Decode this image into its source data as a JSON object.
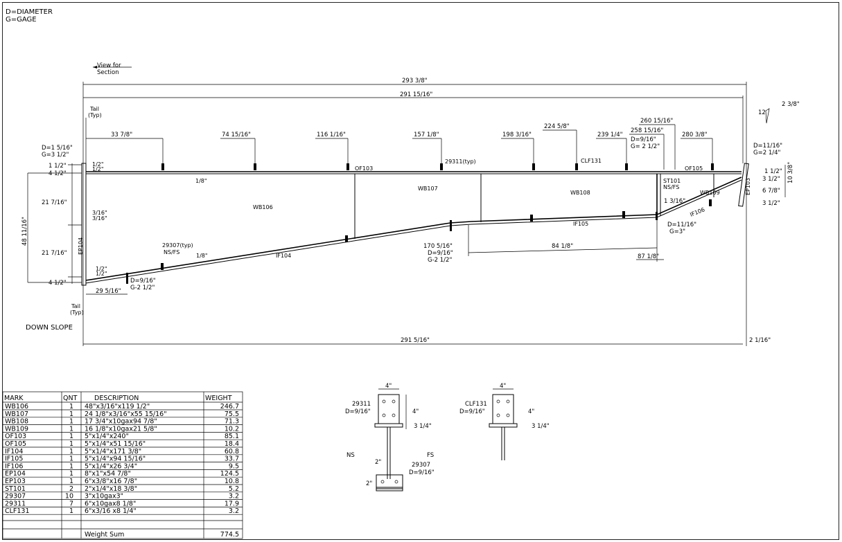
{
  "legend": {
    "line1": "D=DIAMETER",
    "line2": "G=GAGE"
  },
  "view_for": {
    "line1": "View for",
    "line2": "Section"
  },
  "dims_top": {
    "overall": "293 3/8\"",
    "inner": "291 15/16\"",
    "d1": "33 7/8\"",
    "d2": "74 15/16\"",
    "d3": "116 1/16\"",
    "d4": "157 1/8\"",
    "d5": "198 3/16\"",
    "d6": "224 5/8\"",
    "d7": "239 1/4\"",
    "d8": "260 15/16\"",
    "d9": "258 15/16\"",
    "d10": "280 3/8\""
  },
  "slope": {
    "rise": "2 3/8\"",
    "run": "12"
  },
  "tail_top": {
    "line1": "Tail",
    "line2": "(Typ)"
  },
  "tail_bottom": {
    "line1": "Tail",
    "line2": "(Typ)"
  },
  "left_hole": {
    "d": "D=1 5/16\"",
    "g": "G=3 1/2\""
  },
  "right_hole": {
    "d": "D=11/16\"",
    "g": "G=2 1/4\""
  },
  "mid_hole": {
    "d": "D=9/16\"",
    "g": "G= 2 1/2\""
  },
  "left_dims": {
    "a": "1 1/2\"",
    "b": "4 1/2\"",
    "c": "21 7/16\"",
    "d": "21 7/16\"",
    "e": "4 1/2\"",
    "total": "48 11/16\""
  },
  "right_dims": {
    "a": "1 1/2\"",
    "b": "3 1/2\"",
    "c": "6 7/8\"",
    "d": "3 1/2\"",
    "total": "10 3/8\""
  },
  "labels": {
    "wb106": "WB106",
    "wb107": "WB107",
    "wb108": "WB108",
    "wb109": "WB109",
    "of103": "OF103",
    "of105": "OF105",
    "if104": "IF104",
    "if105": "IF105",
    "if106": "IF106",
    "ep104": "EP104",
    "ep103": "EP103",
    "clf131": "CLF131",
    "st101": "ST101",
    "nsfs": "NS/FS",
    "p29311": "29311(typ)",
    "p29307": "29307(typ)",
    "p29307ns": "NS/FS",
    "down_slope": "DOWN SLOPE"
  },
  "welds": {
    "w1": "1/2\"",
    "w2": "1/2\"",
    "w3": "1/8\"",
    "w4": "3/16\"",
    "w5": "3/16\"",
    "w6": "1/8\"",
    "w7": "1/2\"",
    "w8": "1/2\""
  },
  "bottom_notes": {
    "d_left": "D=9/16\"",
    "g_left": "G-2 1/2\"",
    "dim_left": "29 5/16\"",
    "d_mid": "D=9/16\"",
    "g_mid": "G-2 1/2\"",
    "dim_mid": "170 5/16\"",
    "dim_841": "84 1/8\"",
    "dim_871": "87 1/8\"",
    "d_right": "D=11/16\"",
    "g_right": "G=3\"",
    "dim_13": "1 3/16\"",
    "bottom_total": "291 5/16\"",
    "bottom_right": "2 1/16\""
  },
  "table": {
    "headers": [
      "MARK",
      "QNT",
      "DESCRIPTION",
      "WEIGHT"
    ],
    "rows": [
      [
        "WB106",
        "1",
        "48\"x3/16\"x119 1/2\"",
        "246.7"
      ],
      [
        "WB107",
        "1",
        "24 1/8\"x3/16\"x55 15/16\"",
        "75.5"
      ],
      [
        "WB108",
        "1",
        "17 3/4\"x10gax94 7/8\"",
        "71.3"
      ],
      [
        "WB109",
        "1",
        "16 1/8\"x10gax21 5/8\"",
        "10.2"
      ],
      [
        "OF103",
        "1",
        "5\"x1/4\"x240\"",
        "85.1"
      ],
      [
        "OF105",
        "1",
        "5\"x1/4\"x51 15/16\"",
        "18.4"
      ],
      [
        "IF104",
        "1",
        "5\"x1/4\"x171 3/8\"",
        "60.8"
      ],
      [
        "IF105",
        "1",
        "5\"x1/4\"x94 15/16\"",
        "33.7"
      ],
      [
        "IF106",
        "1",
        "5\"x1/4\"x26 3/4\"",
        "9.5"
      ],
      [
        "EP104",
        "1",
        "8\"x1\"x54 7/8\"",
        "124.5"
      ],
      [
        "EP103",
        "1",
        "6\"x3/8\"x16 7/8\"",
        "10.8"
      ],
      [
        "ST101",
        "2",
        "2\"x1/4\"x18 3/8\"",
        "5.2"
      ],
      [
        "29307",
        "10",
        "3\"x10gax3\"",
        "3.2"
      ],
      [
        "29311",
        "7",
        "6\"x10gax8 1/8\"",
        "17.9"
      ],
      [
        "CLF131",
        "1",
        "6\"x3/16 x8 1/4\"",
        "3.2"
      ]
    ],
    "sum_label": "Weight Sum",
    "sum_value": "774.5"
  },
  "detail_29311": {
    "mark": "29311",
    "d": "D=9/16\"",
    "w": "4\"",
    "h1": "4\"",
    "h2": "3 1/4\"",
    "ns": "NS",
    "fs": "FS"
  },
  "detail_29307": {
    "mark": "29307",
    "d": "D=9/16\"",
    "w": "2\"",
    "h": "2\""
  },
  "detail_clf131": {
    "mark": "CLF131",
    "d": "D=9/16\"",
    "w": "4\"",
    "h1": "4\"",
    "h2": "3 1/4\""
  }
}
